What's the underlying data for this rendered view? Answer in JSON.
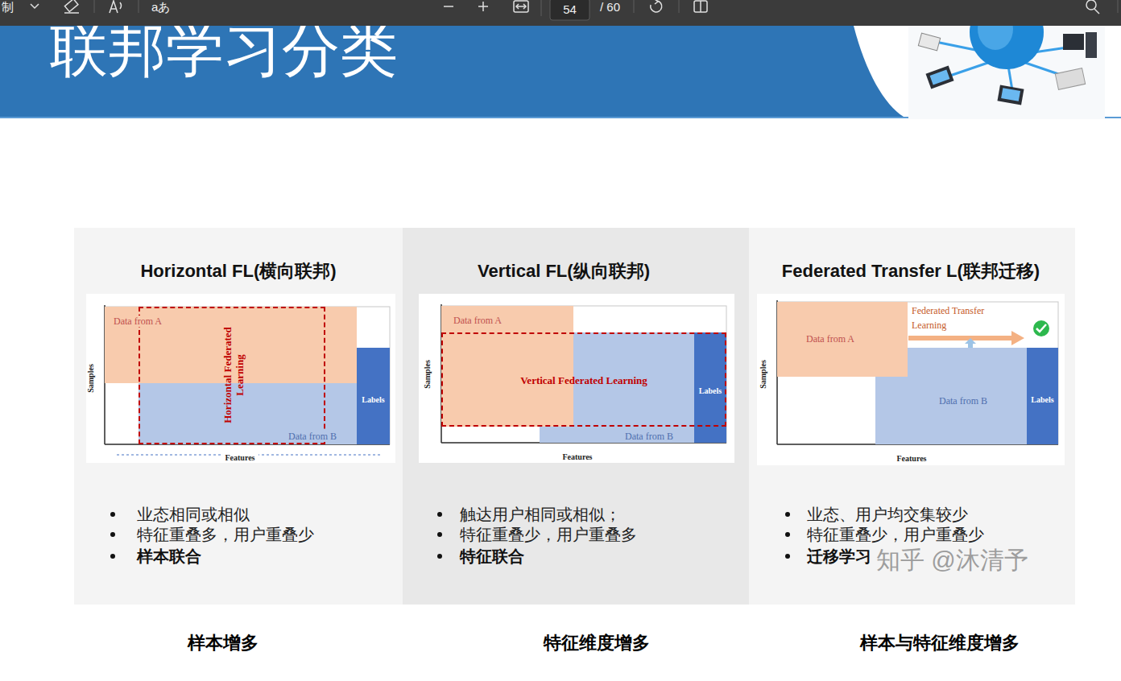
{
  "diagram": {
    "title": "联邦学习分类",
    "nodes": [
      {
        "text": [
          "Horizontal FL(横向联邦)",
          "业态相同或相似",
          "特征重叠多，用户重叠少",
          "样本联合"
        ]
      },
      {
        "text": [
          "Samples",
          "Features"
        ],
        "in": 0
      },
      {
        "text": [
          "Data from A"
        ],
        "in": 1
      },
      {
        "text": [
          "Data from B"
        ],
        "in": 1
      },
      {
        "text": [
          "Labels"
        ],
        "in": 1
      },
      {
        "text": [
          "Horizontal Federated Learning"
        ],
        "in": 1
      },
      {
        "text": [
          "Vertical FL(纵向联邦)",
          "触达用户相同或相似；",
          "特征重叠少，用户重叠多",
          "特征联合"
        ]
      },
      {
        "text": [
          "Samples",
          "Features"
        ],
        "in": 6
      },
      {
        "text": [
          "Data from A"
        ],
        "in": 7
      },
      {
        "text": [
          "Data from B"
        ],
        "in": 7
      },
      {
        "text": [
          "Labels"
        ],
        "in": 7
      },
      {
        "text": [
          "Vertical Federated Learning"
        ],
        "in": 7
      },
      {
        "text": [
          "Federated Transfer L(联邦迁移)",
          "业态、用户均交集较少",
          "特征重叠少，用户重叠少",
          "迁移学习"
        ]
      },
      {
        "text": [
          "Samples",
          "Features"
        ],
        "in": 12
      },
      {
        "text": [
          "Data from A"
        ],
        "in": 13
      },
      {
        "text": [
          "Data from B"
        ],
        "in": 13
      },
      {
        "text": [
          "Labels"
        ],
        "in": 13
      }
    ],
    "labels": [
      "制",
      "aあ",
      "54",
      "/ 60",
      "Federated Transfer Learning",
      "知乎 @沐清予",
      "样本增多",
      "特征维度增多",
      "样本与特征维度增多"
    ]
  }
}
